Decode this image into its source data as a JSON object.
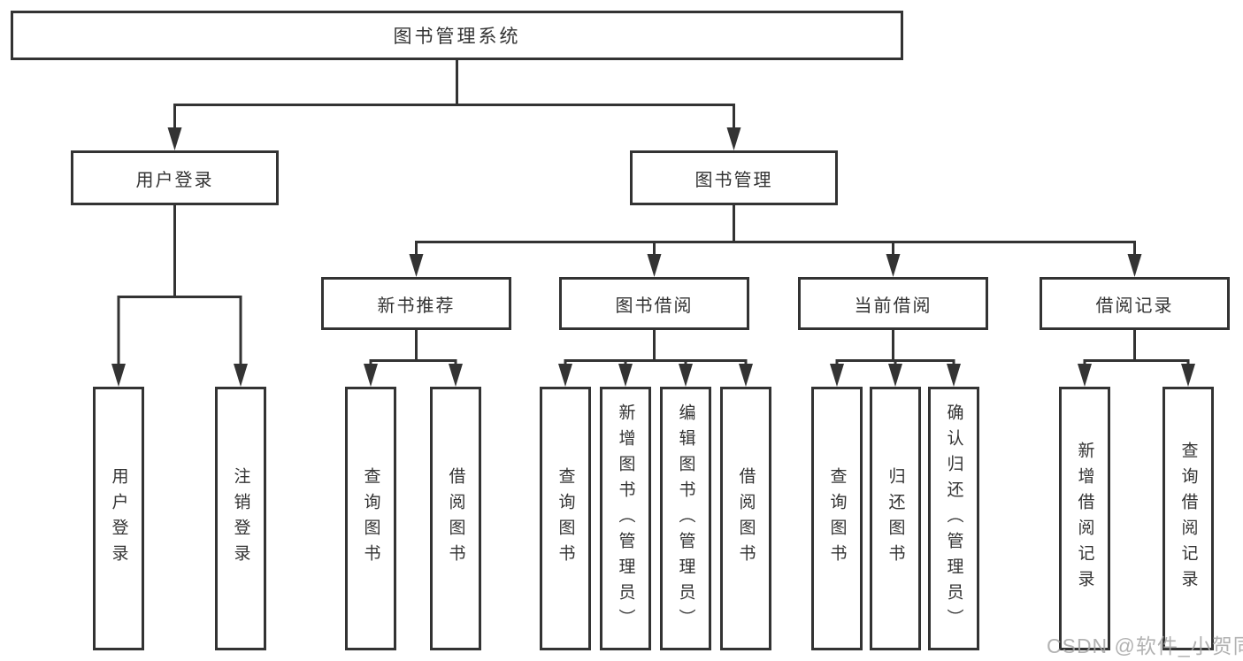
{
  "nodes": {
    "root": "图书管理系统",
    "level2": [
      "用户登录",
      "图书管理"
    ],
    "level3": [
      "新书推荐",
      "图书借阅",
      "当前借阅",
      "借阅记录"
    ],
    "leaves": {
      "user_login": [
        "用户登录",
        "注销登录"
      ],
      "new_book_recommend": [
        "查询图书",
        "借阅图书"
      ],
      "book_borrow": [
        "查询图书",
        "新增图书（管理员）",
        "编辑图书（管理员）",
        "借阅图书"
      ],
      "current_borrow": [
        "查询图书",
        "归还图书",
        "确认归还（管理员）"
      ],
      "borrow_record": [
        "新增借阅记录",
        "查询借阅记录"
      ]
    }
  },
  "watermark": "CSDN @软件_小贺同学",
  "colors": {
    "line": "#333333",
    "box_background": "#ffffff",
    "page_background": "#ffffff",
    "watermark": "#a5a5a5"
  }
}
